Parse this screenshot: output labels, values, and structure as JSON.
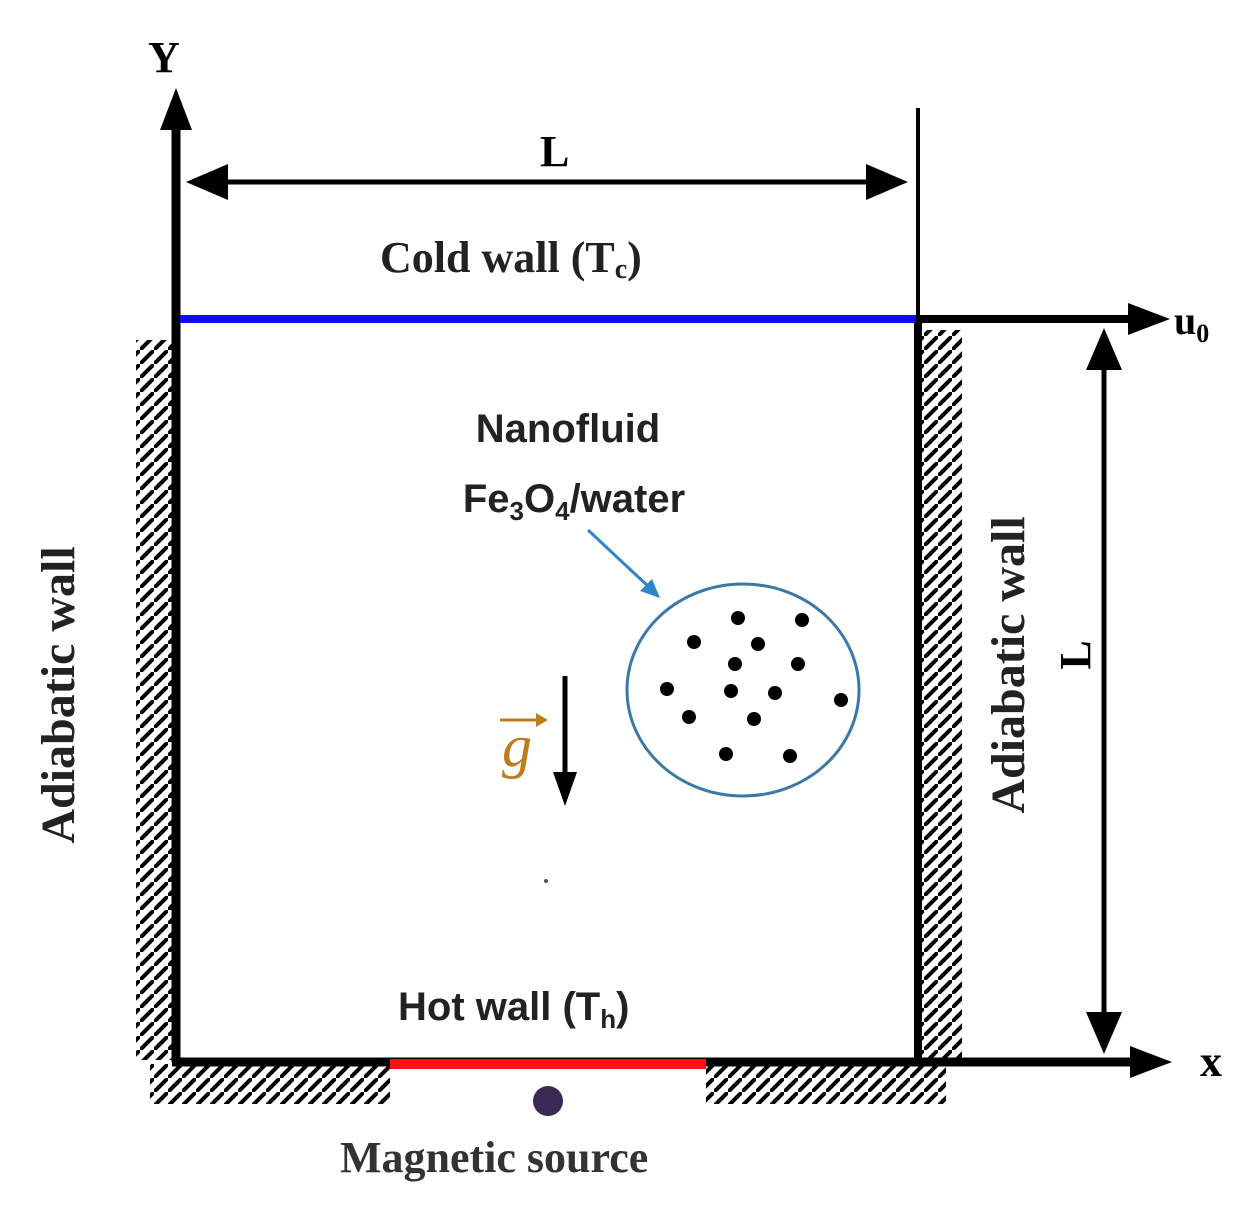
{
  "labels": {
    "y_axis": "Y",
    "x_axis": "x",
    "width_dim": "L",
    "height_dim": "L",
    "lid_velocity_main": "u",
    "lid_velocity_sub": "0",
    "cold_wall_main": "Cold wall (T",
    "cold_wall_sub": "c",
    "cold_wall_close": ")",
    "hot_wall_main": "Hot wall (T",
    "hot_wall_sub": "h",
    "hot_wall_close": ")",
    "left_wall": "Adiabatic wall",
    "right_wall": "Adiabatic wall",
    "nanofluid_line1": "Nanofluid",
    "nanofluid_fe": "Fe",
    "nanofluid_sub3": "3",
    "nanofluid_o": "O",
    "nanofluid_sub4": "4",
    "nanofluid_rest": "/water",
    "gravity": "g",
    "magnetic_source": "Magnetic source"
  },
  "colors": {
    "cold_wall": "#1010ee",
    "hot_wall": "#ff1111",
    "particle_circle": "#3b78a8",
    "pointer_arrow": "#2e86c8",
    "gravity_symbol": "#c07a1e",
    "magnetic_source": "#3a2a55",
    "ink": "#000000",
    "text": "#222222"
  }
}
